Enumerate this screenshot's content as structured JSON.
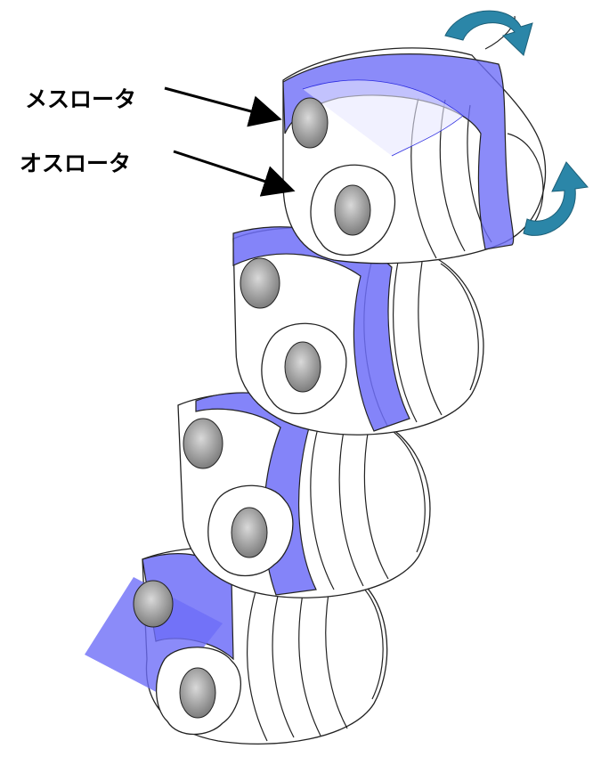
{
  "labels": {
    "female_rotor": "メスロータ",
    "male_rotor": "オスロータ"
  },
  "colors": {
    "accent_blue": "#6e6ef8",
    "rotation_arrow": "#2b86a8",
    "rotor_body": "#ffffff",
    "rotor_outline": "#2a2a2a",
    "shaft_gray": "#9a9a9a"
  },
  "diagram": {
    "stages": 4,
    "icons": [
      "rotation-arrow-icon",
      "rotation-arrow-icon",
      "pointer-arrow-icon",
      "pointer-arrow-icon"
    ]
  }
}
